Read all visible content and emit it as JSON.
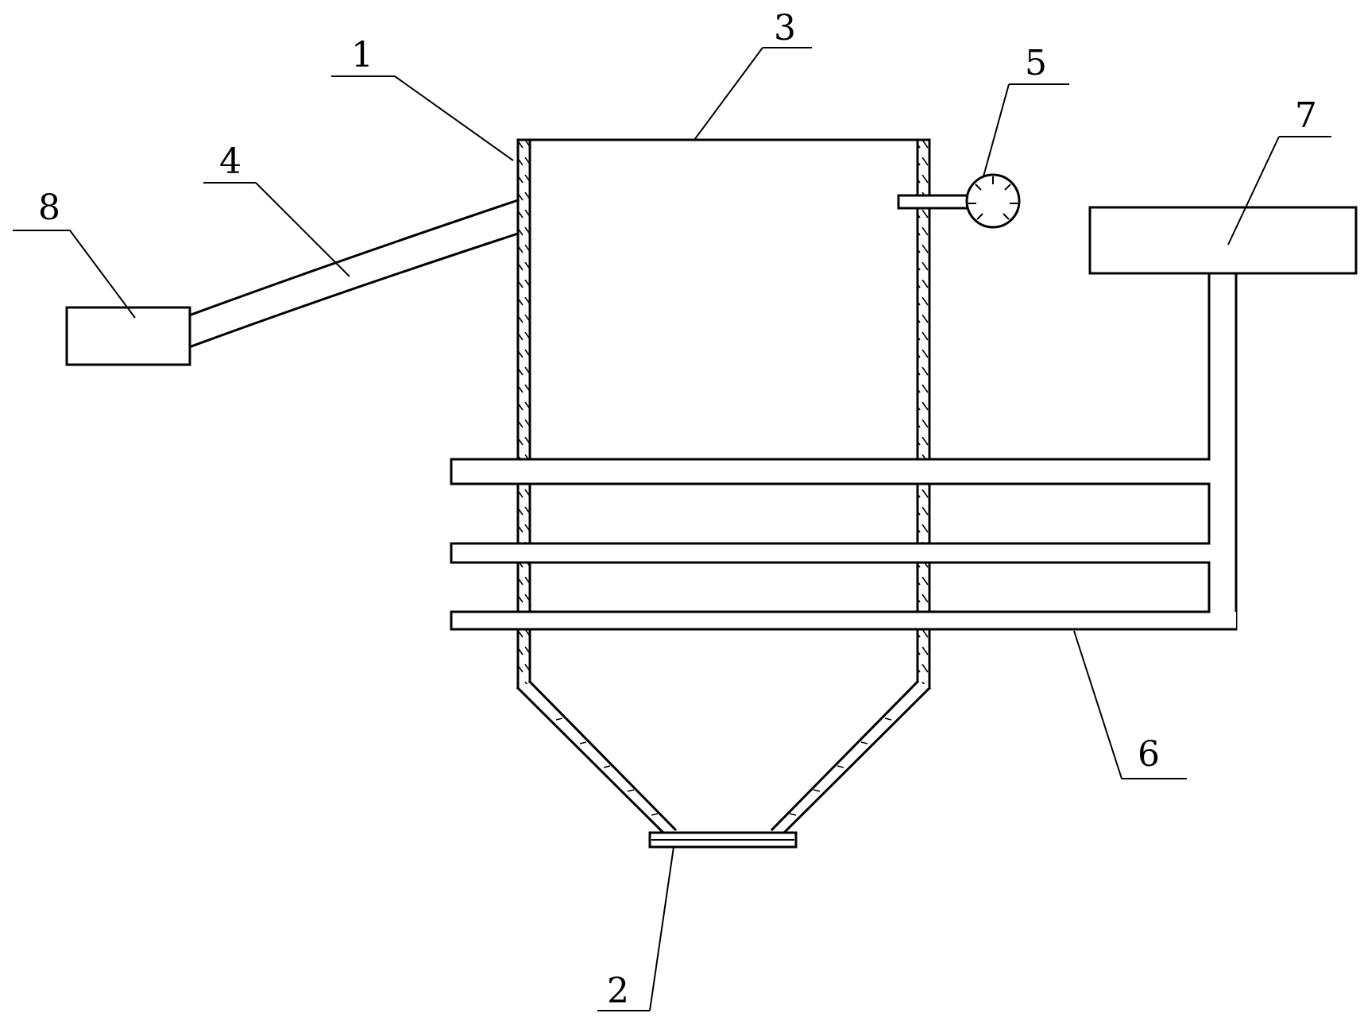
{
  "diagram": {
    "labels": {
      "l1": "1",
      "l2": "2",
      "l3": "3",
      "l4": "4",
      "l5": "5",
      "l6": "6",
      "l7": "7",
      "l8": "8"
    },
    "colors": {
      "stroke": "#000000",
      "background": "#ffffff"
    }
  }
}
